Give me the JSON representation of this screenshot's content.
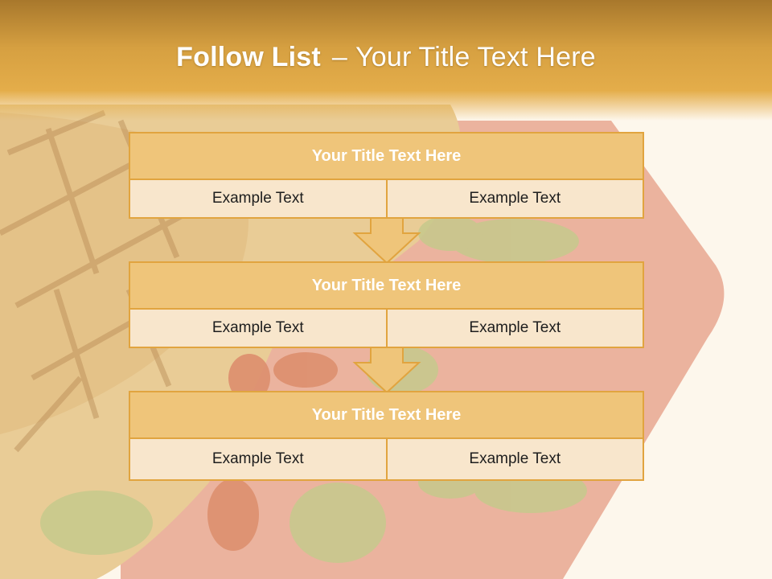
{
  "slide": {
    "title_bold": "Follow List",
    "title_sep": "–",
    "title_rest": "Your Title Text Here",
    "blocks": [
      {
        "heading": "Your Title Text Here",
        "cells": [
          "Example Text",
          "Example Text"
        ]
      },
      {
        "heading": "Your Title Text Here",
        "cells": [
          "Example Text",
          "Example Text"
        ]
      },
      {
        "heading": "Your Title Text Here",
        "cells": [
          "Example Text",
          "Example Text"
        ]
      }
    ]
  },
  "colors": {
    "header": "#d6a041",
    "box_border": "#e1a43f",
    "box_head": "#efc57a",
    "box_row": "#f8e6cc",
    "plate": "#e7a58f"
  }
}
